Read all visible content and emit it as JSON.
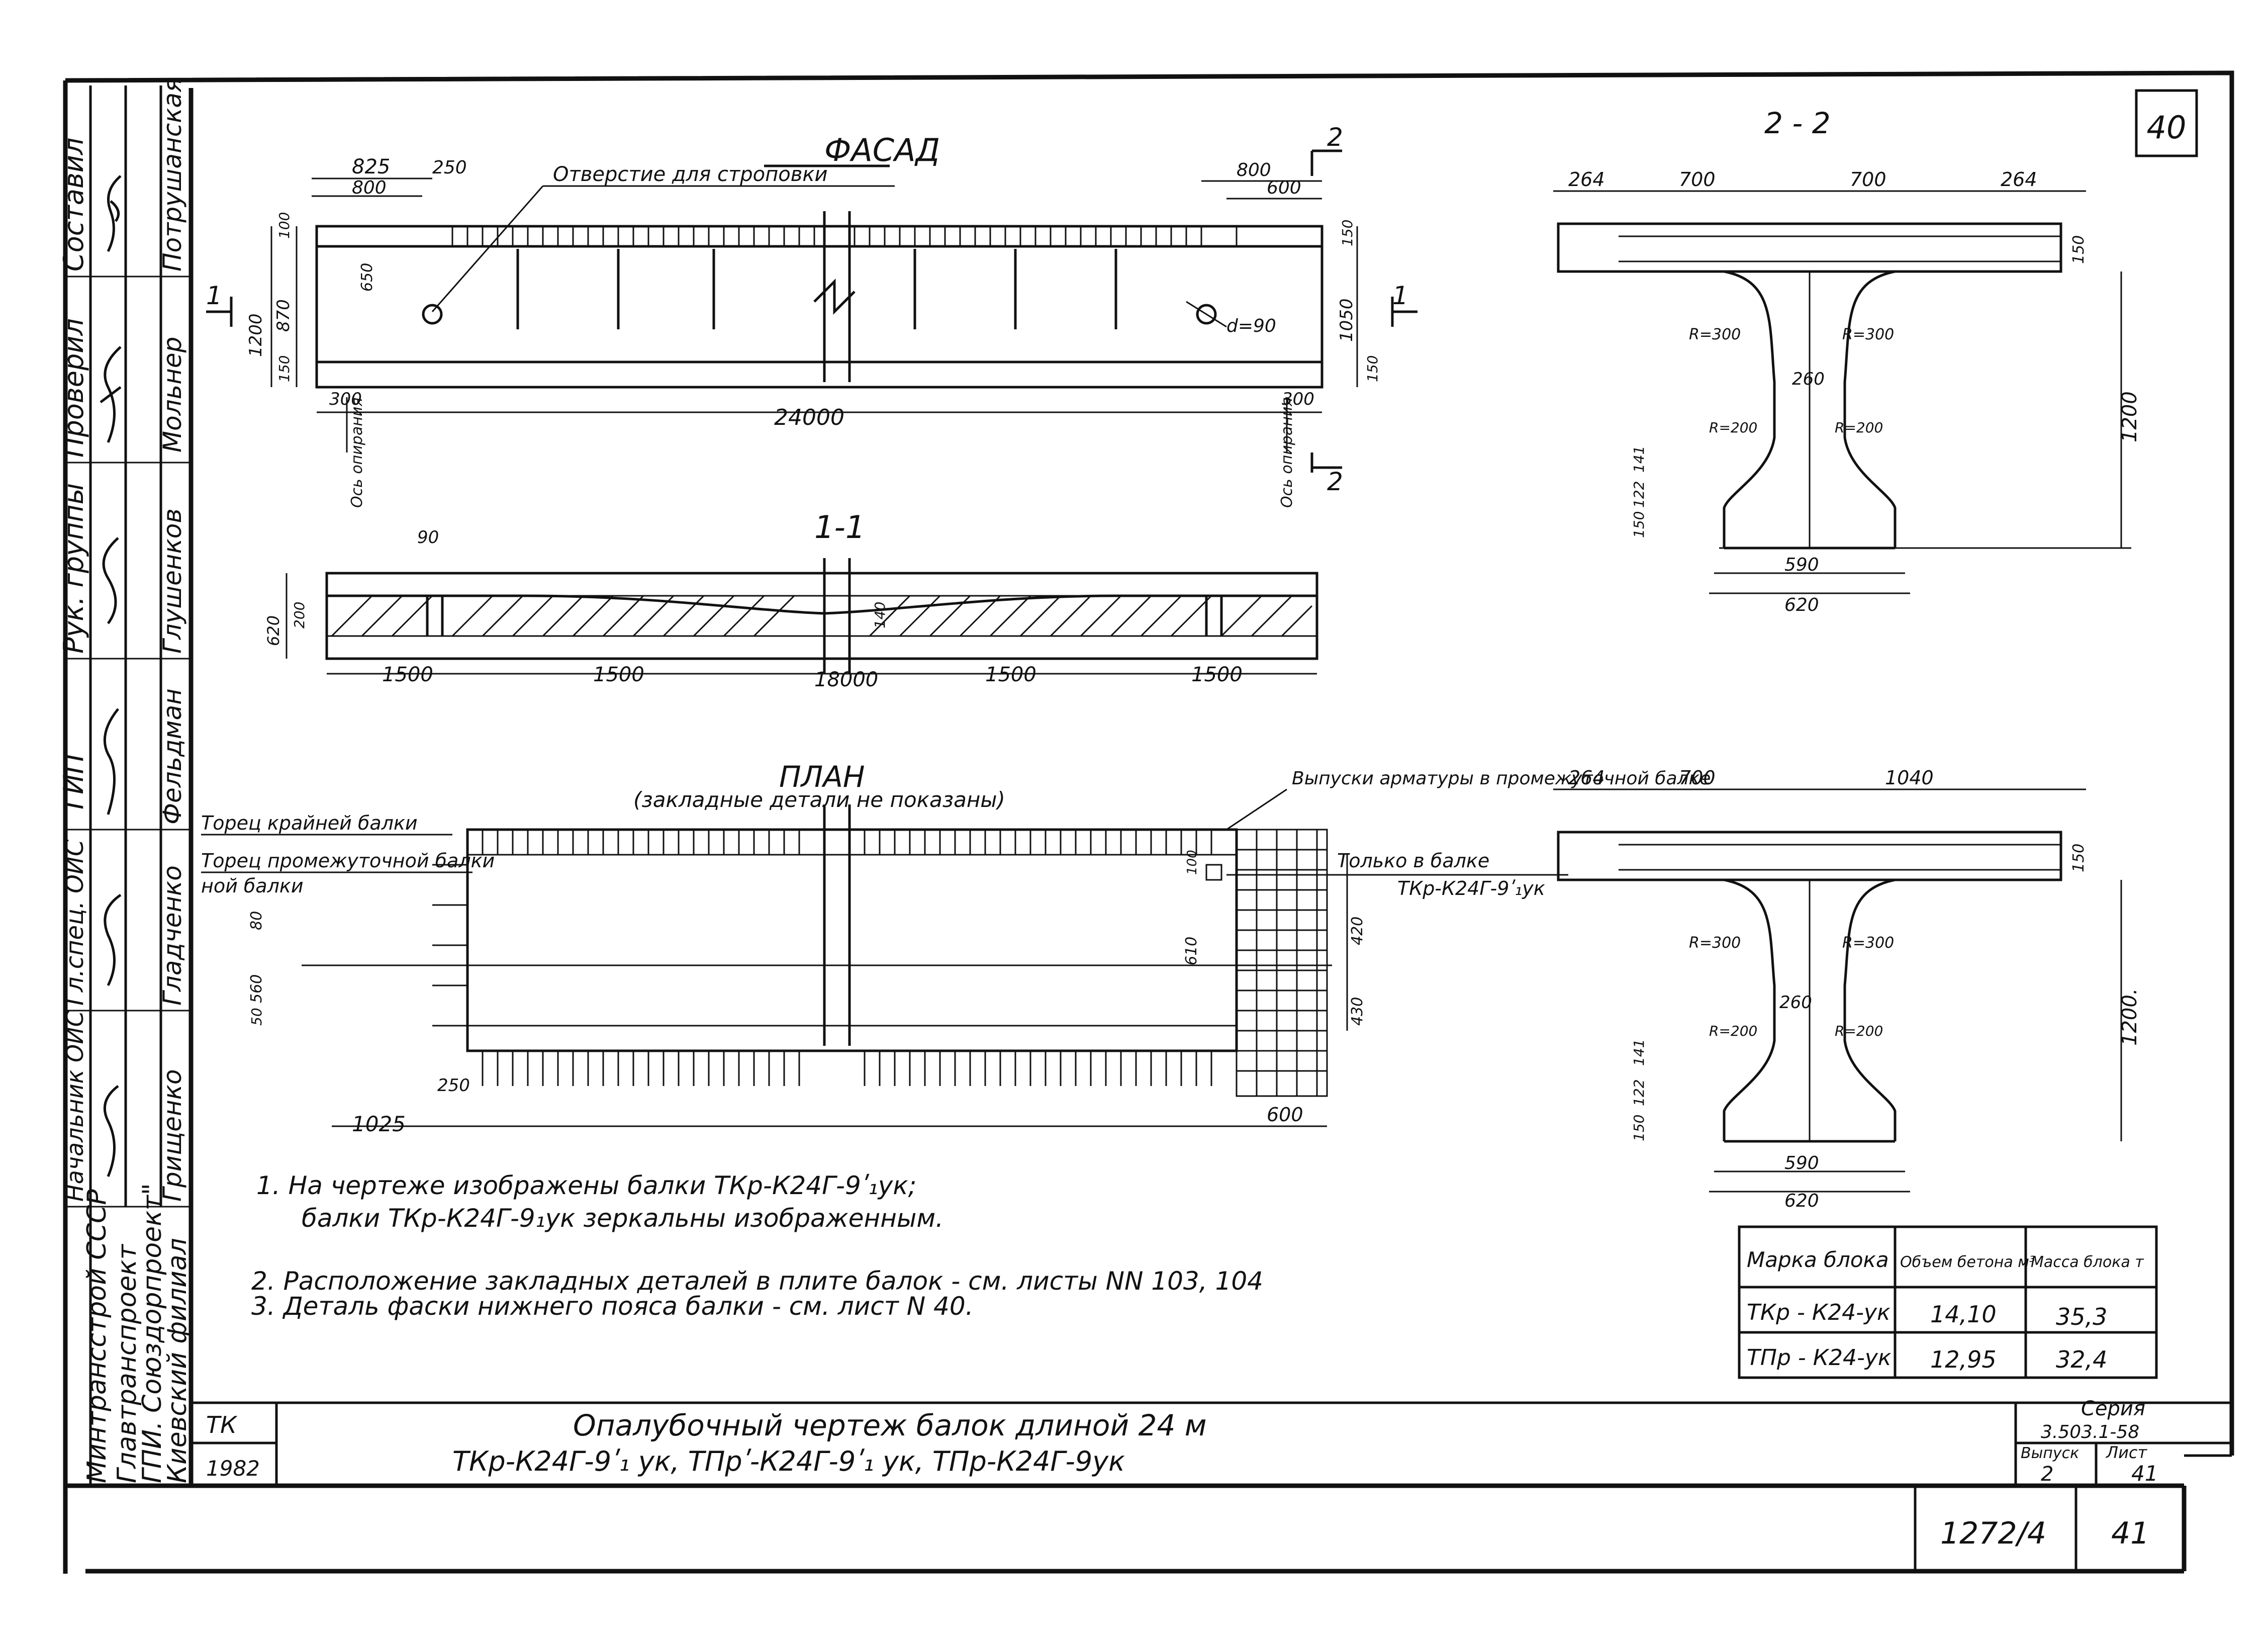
{
  "sheet_no": "40",
  "facade": {
    "title": "ФАСАД",
    "hole_label": "Отверстие для строповки",
    "dims": {
      "d825": "825",
      "d250": "250",
      "d800L": "800",
      "d800R": "800",
      "d600": "600",
      "d100": "100",
      "d150a": "150",
      "d870": "870",
      "d1200": "1200",
      "d650": "650",
      "d150b": "150",
      "d1050": "1050",
      "d150c": "150",
      "d300L": "300",
      "d300R": "300",
      "length": "24000",
      "hole_d": "d=90"
    },
    "axis_left": "Ось опирания",
    "axis_right": "Ось опирания",
    "sec1": "1",
    "sec2": "2"
  },
  "section11": {
    "title": "1-1",
    "dims": {
      "d90": "90",
      "d620": "620",
      "d200": "200",
      "d140": "140",
      "s1": "1500",
      "s2": "1500",
      "mid": "18000",
      "s3": "1500",
      "s4": "1500"
    }
  },
  "plan": {
    "title": "ПЛАН",
    "note": "(закладные детали не показаны)",
    "label_end": "Торец крайней балки",
    "label_mid": "Торец промежуточной балки",
    "label_rebar": "Выпуски арматуры в промежуточной балке",
    "label_only": "Только в балке",
    "label_only_mark": "ТКр-К24Г-9ʹ₁ук",
    "dims": {
      "d80": "80",
      "d560": "560",
      "d50": "50",
      "d250": "250",
      "d1025": "1025",
      "d600": "600",
      "d610": "610",
      "d100": "100",
      "d420": "420",
      "d430": "430"
    }
  },
  "section22": {
    "title": "2 - 2",
    "dims": {
      "a": "264",
      "b": "700",
      "c": "700",
      "d": "264",
      "h150": "150",
      "r1": "R=300",
      "r2": "R=300",
      "w260": "260",
      "r3": "R=200",
      "r4": "R=200",
      "h1200": "1200",
      "v141": "141",
      "v122": "122",
      "v150": "150",
      "w590": "590",
      "w620": "620"
    }
  },
  "section_b": {
    "dims": {
      "a": "264",
      "b": "700",
      "c": "1040",
      "h150": "150",
      "r1": "R=300",
      "r2": "R=300",
      "w260": "260",
      "r3": "R=200",
      "r4": "R=200",
      "h1200": "1200.",
      "v141": "141",
      "v122": "122",
      "v150": "150",
      "w590": "590",
      "w620": "620"
    }
  },
  "notes": [
    "1. На чертеже изображены балки ТКр-К24Г-9ʹ₁ук;",
    "балки ТКр-К24Г-9₁ук зеркальны изображенным.",
    "2. Расположение закладных деталей в плите балок - см. листы NN 103, 104",
    "3. Деталь фаски нижнего пояса балки - см. лист N 40."
  ],
  "table": {
    "headers": [
      "Марка блока",
      "Объем бетона м³",
      "Масса блока т"
    ],
    "rows": [
      [
        "ТКр - К24-ук",
        "14,10",
        "35,3"
      ],
      [
        "ТПр - К24-ук",
        "12,95",
        "32,4"
      ]
    ]
  },
  "stamp": {
    "roles": [
      "Составил",
      "Проверил",
      "Рук. группы",
      "ГИП",
      "Гл.спец. ОИС",
      "Начальник ОИС"
    ],
    "names": [
      "Потрушанская",
      "Мольнер",
      "Глушенков",
      "Фельдман",
      "Гладченко",
      "Грищенко"
    ],
    "org": [
      "Минтрансстрой СССР",
      "Главтранспроект",
      "ГПИ. Союздорпроект\"",
      "Киевский филиал"
    ],
    "tk": "ТК",
    "year": "1982",
    "title_line1": "Опалубочный чертеж балок длиной 24 м",
    "title_line2": "ТКр-К24Г-9ʹ₁ ук, ТПрʹ-К24Г-9ʹ₁ ук, ТПр-К24Г-9ук",
    "series_label": "Серия",
    "series": "3.503.1-58",
    "issue_label": "Выпуск",
    "issue": "2",
    "sheet_label": "Лист",
    "sheet": "41"
  },
  "footer": {
    "inv": "1272/4",
    "page": "41"
  }
}
